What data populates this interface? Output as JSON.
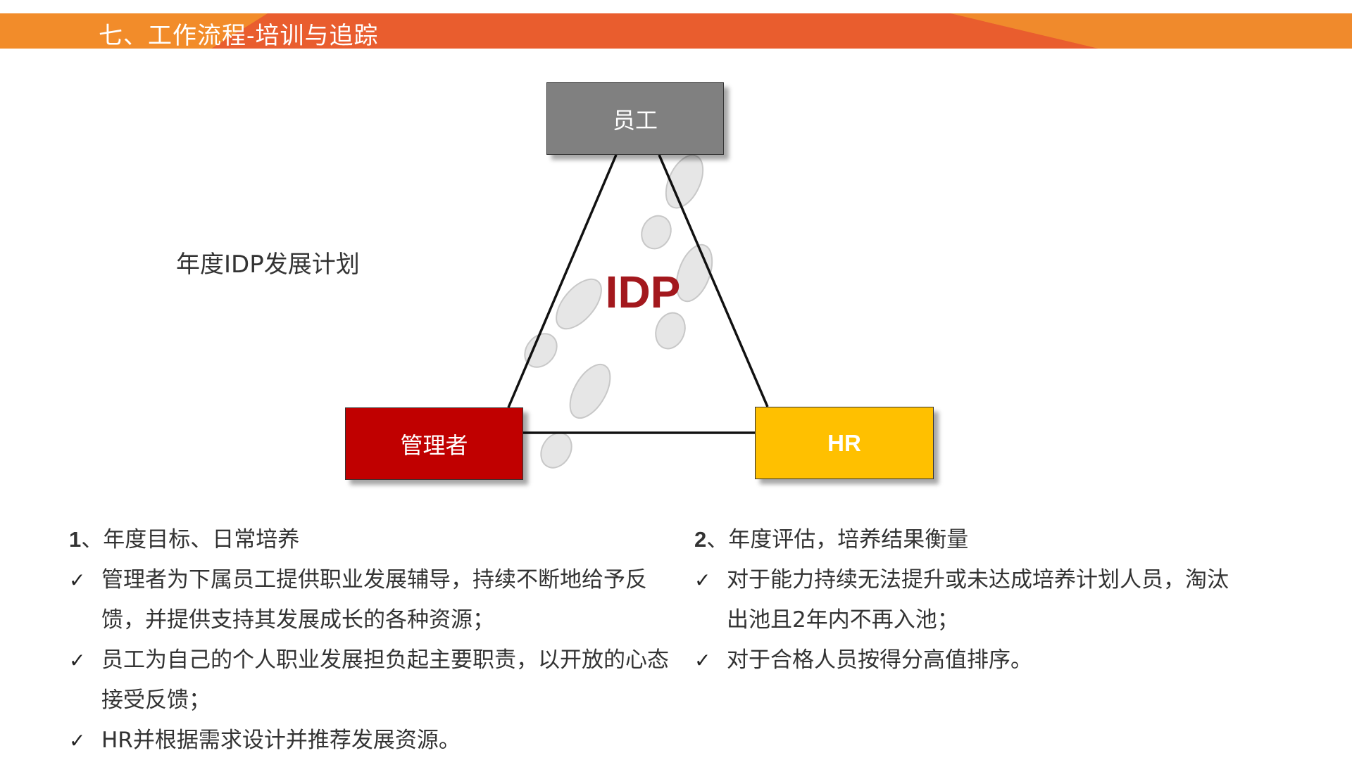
{
  "header": {
    "title": "七、工作流程-培训与追踪"
  },
  "diagram": {
    "nodes": {
      "employee": "员工",
      "manager": "管理者",
      "hr": "HR"
    },
    "center_label": "IDP",
    "colors": {
      "employee": "#808080",
      "manager": "#c00000",
      "hr": "#ffc000",
      "center_text": "#a3181d",
      "header": "#ef8b2e"
    },
    "decoration_icon": "footprints-icon"
  },
  "annual_plan_label": "年度IDP发展计划",
  "sections": [
    {
      "number": "1",
      "title": "、年度目标、日常培养",
      "items": [
        "管理者为下属员工提供职业发展辅导，持续不断地给予反馈，并提供支持其发展成长的各种资源；",
        "员工为自己的个人职业发展担负起主要职责，以开放的心态接受反馈；",
        "HR并根据需求设计并推荐发展资源。"
      ]
    },
    {
      "number": "2",
      "title": "、年度评估，培养结果衡量",
      "items": [
        "对于能力持续无法提升或未达成培养计划人员，淘汰出池且2年内不再入池；",
        "对于合格人员按得分高值排序。"
      ]
    }
  ],
  "check_glyph": "✓"
}
